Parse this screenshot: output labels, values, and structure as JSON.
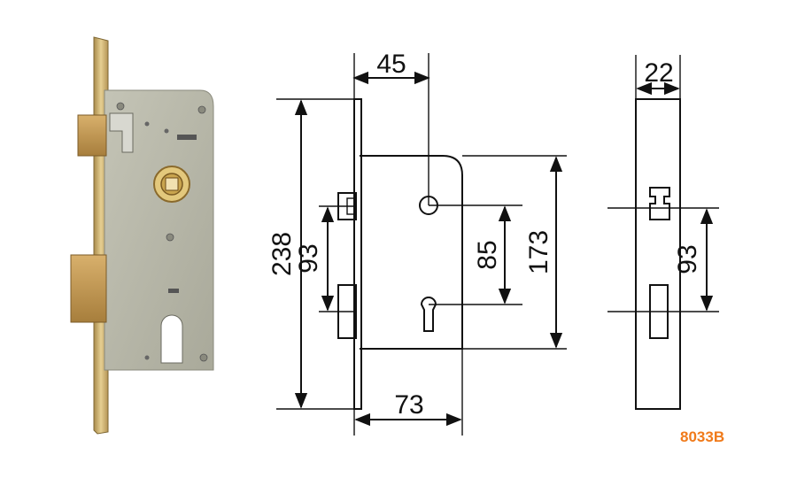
{
  "model_code": "8033B",
  "colors": {
    "model_code": "#f07a1a",
    "line": "#111111",
    "lock_body": "#b9b9aa",
    "brass": "#c9a961"
  },
  "dimensions": {
    "backset": "45",
    "overall_height": "238",
    "bolt_spacing_left": "93",
    "key_spacing": "85",
    "case_height": "173",
    "case_depth": "73",
    "faceplate_width": "22",
    "bolt_spacing_side": "93"
  }
}
